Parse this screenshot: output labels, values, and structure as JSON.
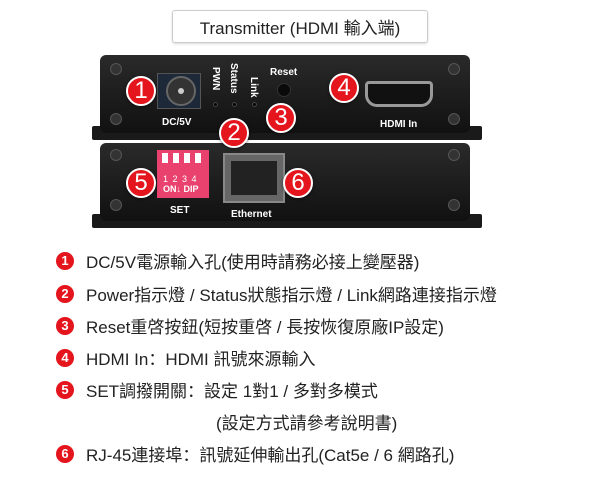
{
  "title": "Transmitter (HDMI 輸入端)",
  "device": {
    "labels": {
      "dc": "DC/5V",
      "pwn": "PWN",
      "status": "Status",
      "link": "Link",
      "reset": "Reset",
      "hdmi": "HDMI In",
      "set": "SET",
      "ethernet": "Ethernet",
      "dip_nums": "1 2 3 4",
      "dip_on": "ON↓ DIP"
    },
    "badges": [
      "1",
      "2",
      "3",
      "4",
      "5",
      "6"
    ]
  },
  "items": [
    {
      "num": "1",
      "text": "DC/5V電源輸入孔(使用時請務必接上變壓器)"
    },
    {
      "num": "2",
      "text": "Power指示燈 / Status狀態指示燈 / Link網路連接指示燈"
    },
    {
      "num": "3",
      "text": "Reset重啓按鈕(短按重啓 / 長按恢復原廠IP設定)"
    },
    {
      "num": "4",
      "text": "HDMI In：HDMI 訊號來源輸入"
    },
    {
      "num": "5",
      "text": "SET調撥開關：設定 1對1 / 多對多模式"
    },
    {
      "num": "",
      "text": "(設定方式請參考說明書)"
    },
    {
      "num": "6",
      "text": "RJ-45連接埠：訊號延伸輸出孔(Cat5e / 6 網路孔)"
    }
  ],
  "colors": {
    "accent": "#e4151c",
    "panel": "#1a1a1a"
  }
}
